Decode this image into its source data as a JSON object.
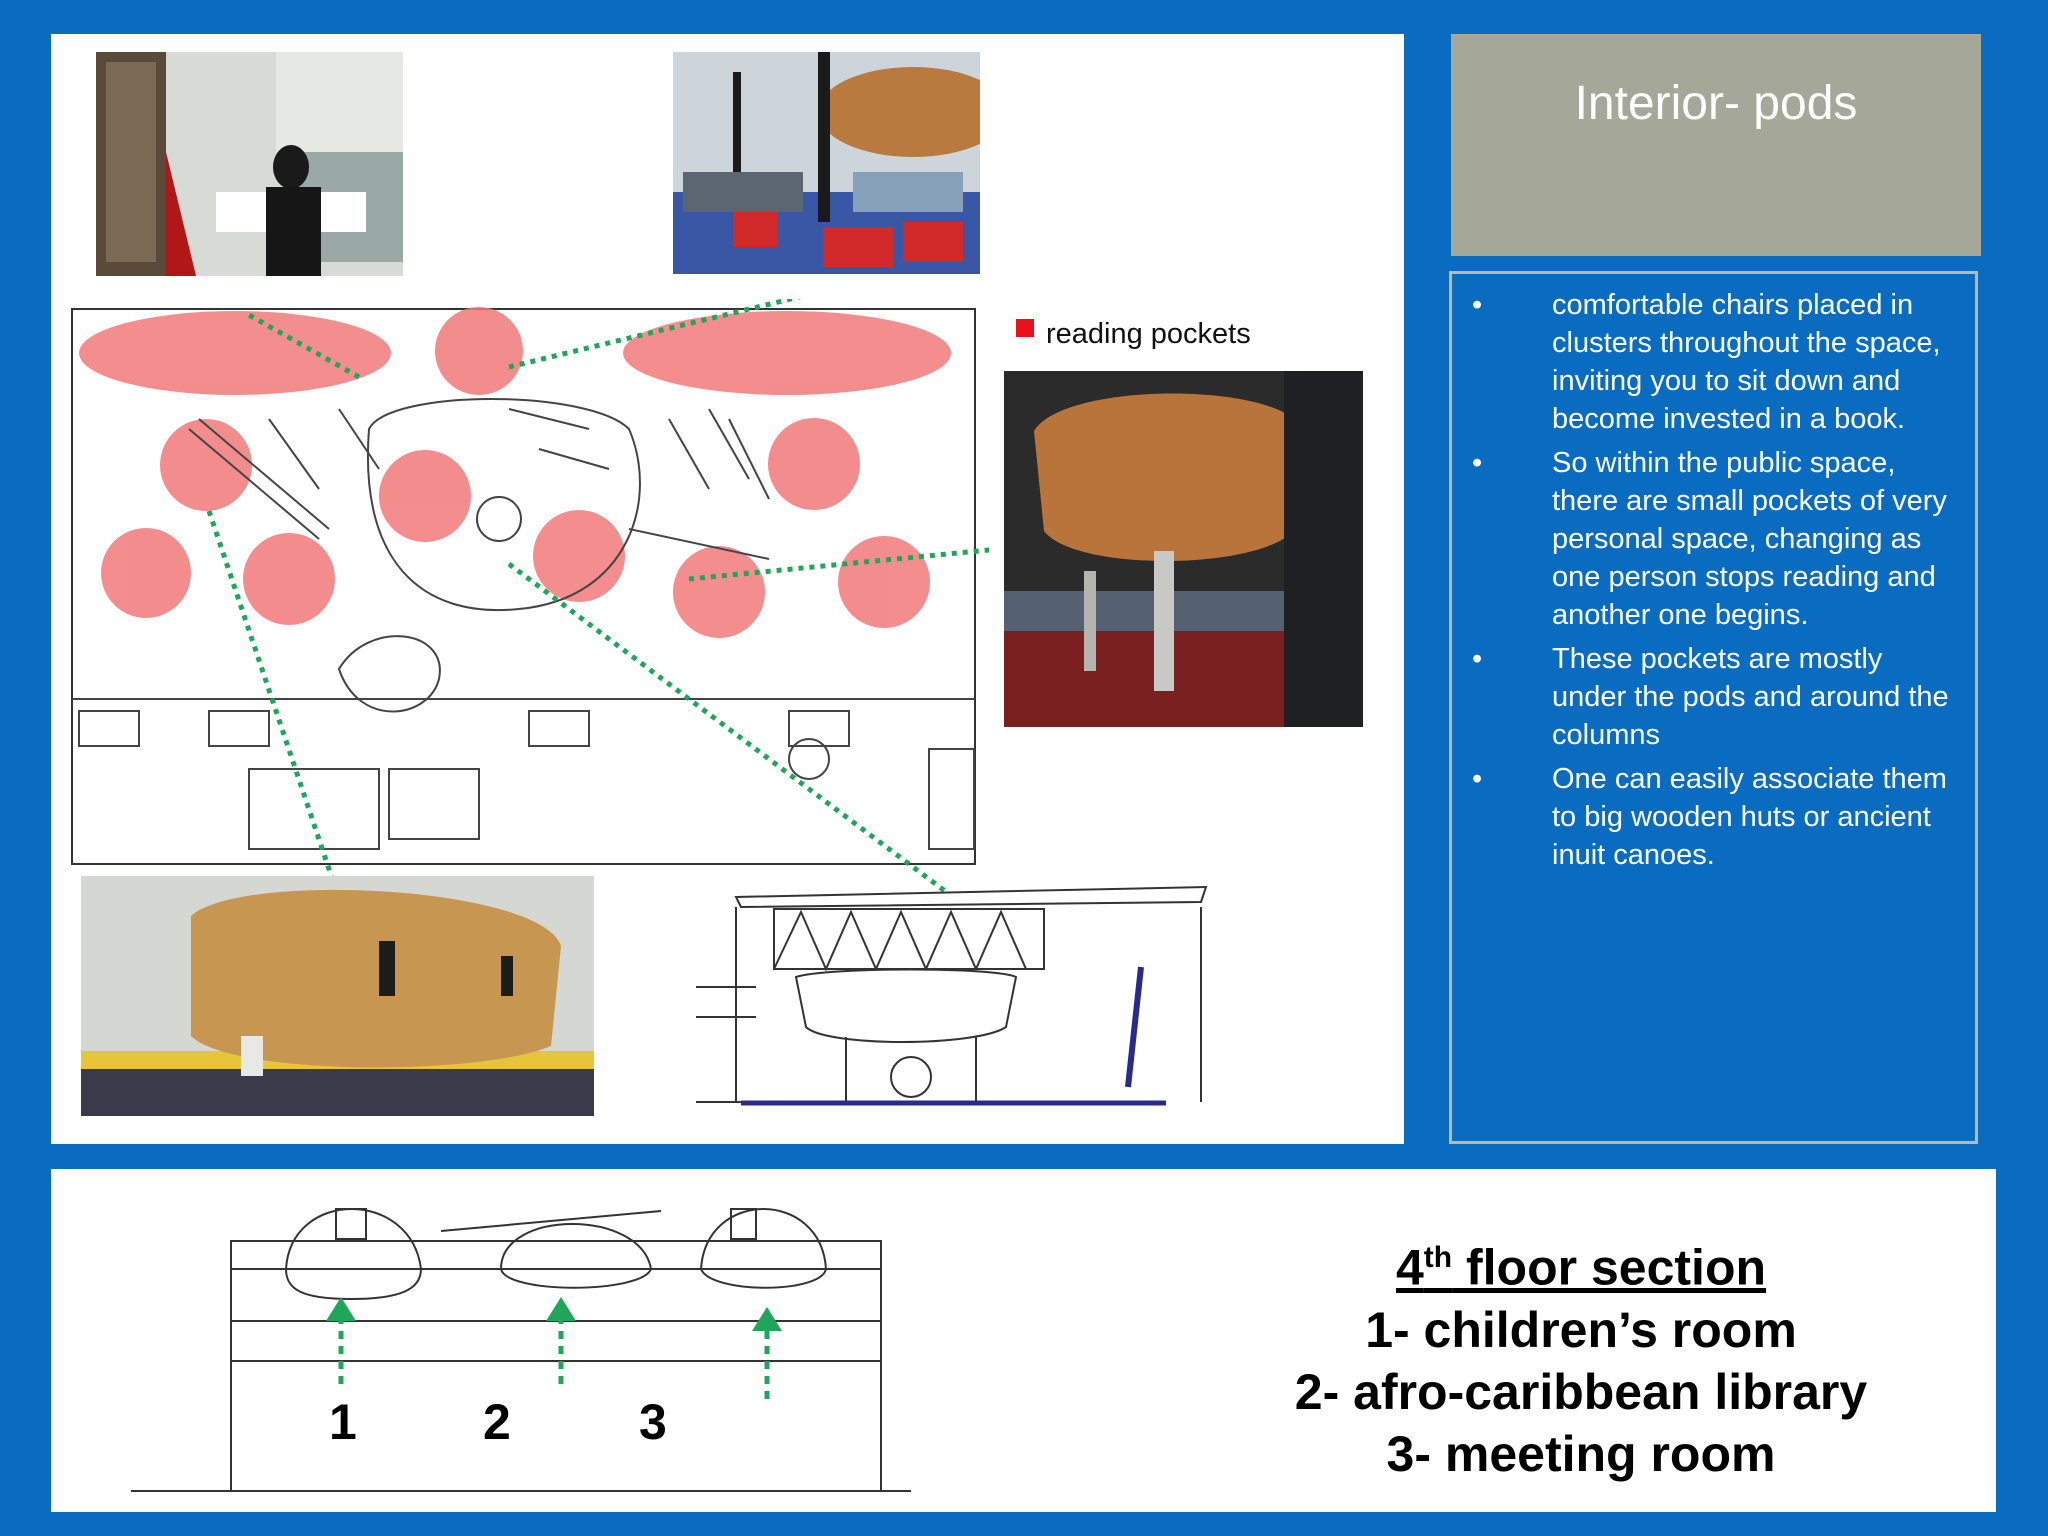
{
  "title": "Interior- pods",
  "bullets": [
    "comfortable chairs placed in clusters throughout the space, inviting you to sit down and become invested in a book.",
    "So within the public space, there are small pockets of very personal space, changing as one person stops reading and another one begins.",
    "These pockets are mostly under the pods and around the columns",
    " One can easily associate them to big wooden huts or ancient inuit canoes."
  ],
  "bullet_symbol": "•",
  "legend": {
    "label": "reading pockets",
    "color": "#e8101a"
  },
  "section": {
    "heading_num": "4",
    "heading_sup": "th",
    "heading_rest": " floor section",
    "line1": "1- children’s room",
    "line2": "2- afro-caribbean library",
    "line3": "3- meeting room"
  },
  "section_numbers": [
    "1",
    "2",
    "3"
  ],
  "colors": {
    "background": "#0a6cc0",
    "title_box": "#a5a898",
    "arrow": "#1fa65a",
    "pocket": "#f27a7a"
  }
}
